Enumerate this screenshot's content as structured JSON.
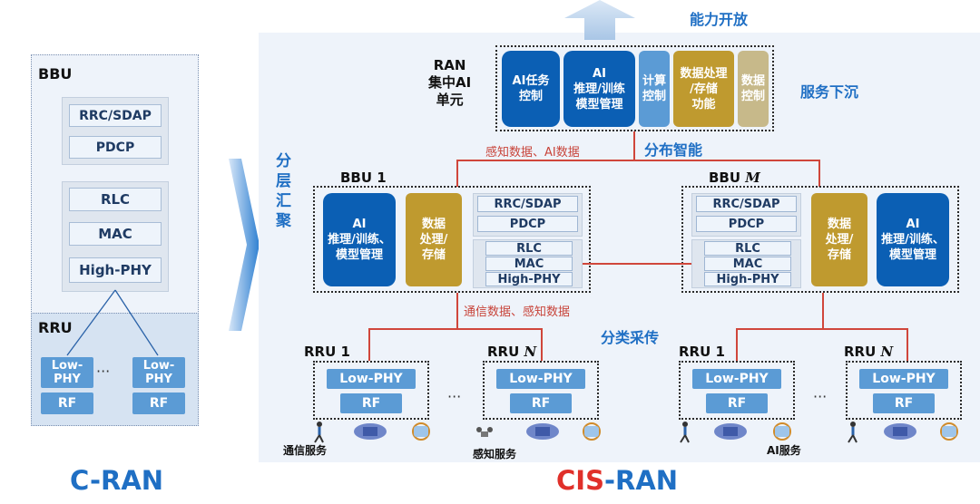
{
  "capability": "能力开放",
  "cran": {
    "bbu_title": "BBU",
    "rrc": "RRC/SDAP",
    "pdcp": "PDCP",
    "rlc": "RLC",
    "mac": "MAC",
    "highphy": "High-PHY",
    "rru_title": "RRU",
    "lowphy": "Low-\nPHY",
    "rf": "RF",
    "dots": "···",
    "caption": "C-RAN"
  },
  "cis": {
    "ran_label": "RAN\n集中AI\n单元",
    "ai_task": "AI任务\n控制",
    "ai_infer": "AI\n推理/训练\n模型管理",
    "compute": "计算\n控制",
    "data_proc": "数据处理\n/存储\n功能",
    "data_ctrl": "数据\n控制",
    "service_down": "服务下沉",
    "perception": "感知数据、AI数据",
    "dist": "分布智能",
    "layered": "分\n层\n汇\n聚",
    "bbu1": "BBU 1",
    "bbum": "BBU ",
    "bbum_m": "M",
    "ai_box": "AI\n推理/训练、\n模型管理",
    "data_box": "数据\n处理/\n存储",
    "rrc": "RRC/SDAP",
    "pdcp": "PDCP",
    "rlc": "RLC",
    "mac": "MAC",
    "highphy": "High-PHY",
    "comm_data": "通信数据、感知数据",
    "classify": "分类采传",
    "rru1": "RRU 1",
    "rrun": "RRU ",
    "rrun_n": "N",
    "lowphy": "Low-PHY",
    "rf": "RF",
    "dots": "···",
    "svc_comm": "通信服务",
    "svc_sense": "感知服务",
    "svc_ai": "AI服务",
    "caption_cis": "CIS",
    "caption_ran": "-RAN"
  },
  "colors": {
    "dark_blue": "#0b5fb4",
    "mid_blue": "#5b9bd5",
    "gold": "#bf9a2f",
    "red": "#d0463b",
    "caption_blue": "#1f6fc4",
    "caption_red": "#e0302a"
  }
}
